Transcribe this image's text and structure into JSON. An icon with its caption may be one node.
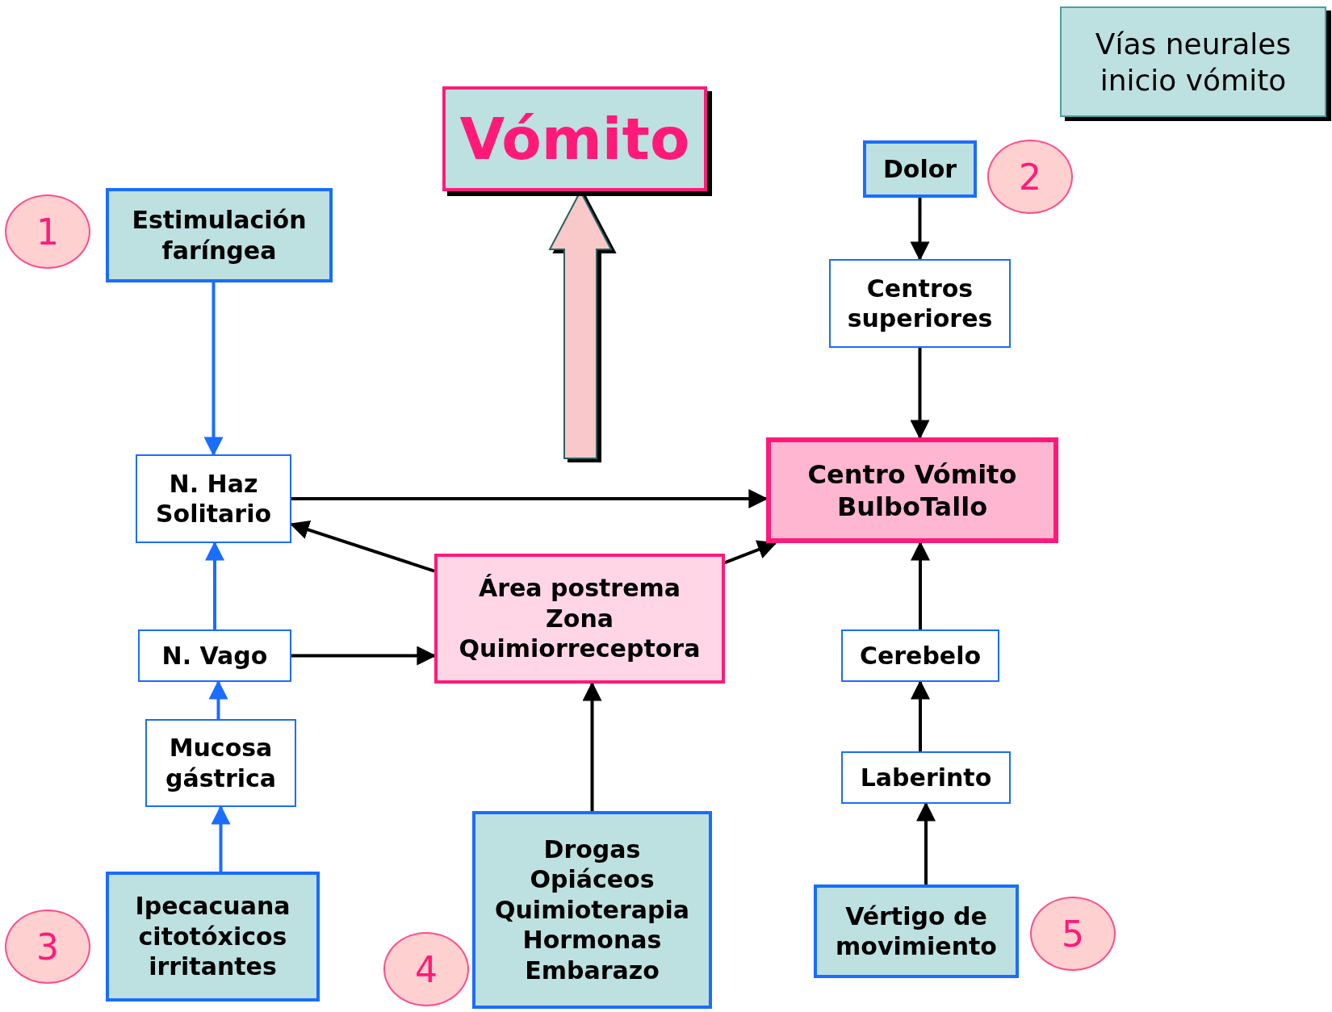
{
  "diagram": {
    "title": "Vías neurales inicio vómito",
    "nodes": [
      {
        "text": [
          "Vómito"
        ]
      },
      {
        "text": [
          "Dolor"
        ]
      },
      {
        "text": [
          "2"
        ]
      },
      {
        "text": [
          "1"
        ]
      },
      {
        "text": [
          "Estimulación faríngea"
        ]
      },
      {
        "text": [
          "Centros superiores"
        ]
      },
      {
        "text": [
          "N. Haz Solitario"
        ]
      },
      {
        "text": [
          "Centro Vómito",
          "BulboTallo"
        ]
      },
      {
        "text": [
          "Área postrema",
          "Zona Quimiorreceptora"
        ]
      },
      {
        "text": [
          "N. Vago"
        ]
      },
      {
        "text": [
          "Cerebelo"
        ]
      },
      {
        "text": [
          "Mucosa gástrica"
        ]
      },
      {
        "text": [
          "Laberinto"
        ]
      },
      {
        "text": [
          "Ipecacuana",
          "citotóxicos",
          "irritantes"
        ]
      },
      {
        "text": [
          "3"
        ]
      },
      {
        "text": [
          "4"
        ]
      },
      {
        "text": [
          "Drogas",
          "Opiáceos",
          "Quimioterapia",
          "Hormonas",
          "Embarazo"
        ]
      },
      {
        "text": [
          "Vértigo de movimiento"
        ]
      },
      {
        "text": [
          "5"
        ]
      }
    ],
    "edges": [
      {
        "from": 4,
        "to": 6,
        "arrow": "to",
        "color": "#1a6dff"
      },
      {
        "from": 13,
        "to": 11,
        "arrow": "to",
        "color": "#1a6dff"
      },
      {
        "from": 11,
        "to": 9,
        "arrow": "to",
        "color": "#1a6dff"
      },
      {
        "from": 9,
        "to": 6,
        "arrow": "to",
        "color": "#1a6dff"
      },
      {
        "from": 6,
        "to": 7,
        "arrow": "to"
      },
      {
        "from": 8,
        "to": 6,
        "arrow": "to"
      },
      {
        "from": 8,
        "to": 7,
        "arrow": "to"
      },
      {
        "from": 9,
        "to": 8,
        "arrow": "to"
      },
      {
        "from": 16,
        "to": 8,
        "arrow": "to"
      },
      {
        "from": 1,
        "to": 5,
        "arrow": "to"
      },
      {
        "from": 5,
        "to": 7,
        "arrow": "to"
      },
      {
        "from": 10,
        "to": 7,
        "arrow": "to"
      },
      {
        "from": 12,
        "to": 10,
        "arrow": "to"
      },
      {
        "from": 17,
        "to": 12,
        "arrow": "to"
      },
      {
        "from": null,
        "to": 0,
        "arrow": "to",
        "style": "thick",
        "color": "#f9c8c8"
      }
    ]
  }
}
